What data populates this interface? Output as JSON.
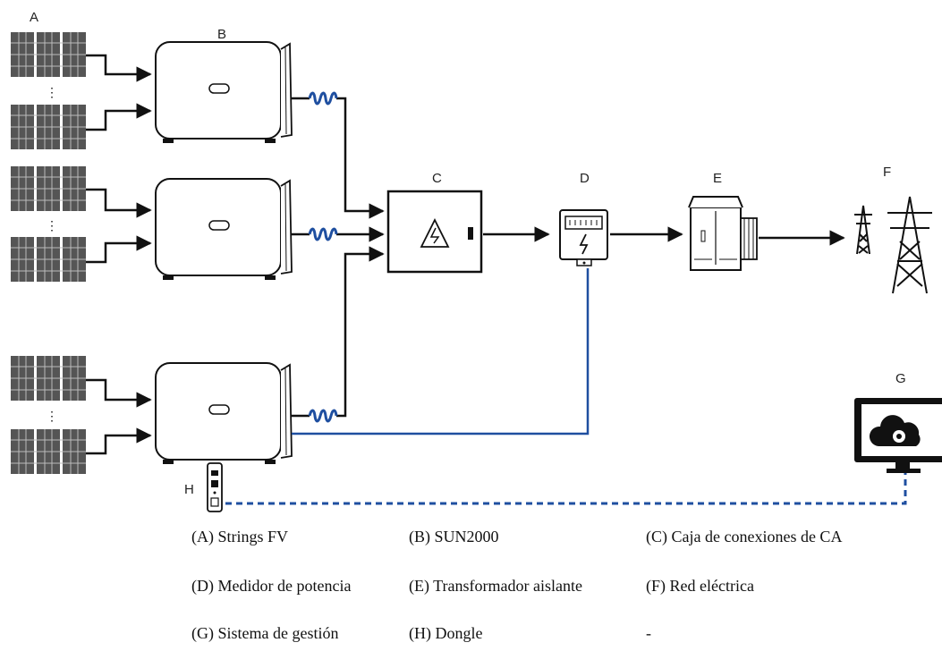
{
  "diagram": {
    "letters": {
      "A": "A",
      "B": "B",
      "C": "C",
      "D": "D",
      "E": "E",
      "F": "F",
      "G": "G",
      "H": "H"
    }
  },
  "legend": {
    "rows": [
      [
        "(A) Strings FV",
        "(B) SUN2000",
        "(C) Caja de conexiones de CA"
      ],
      [
        "(D) Medidor de potencia",
        "(E) Transformador aislante",
        "(F) Red eléctrica"
      ],
      [
        "(G) Sistema de gestión",
        "(H) Dongle",
        "-"
      ]
    ]
  },
  "colors": {
    "line": "#111111",
    "comm": "#1f4fa0",
    "panel": "#4a4a4a",
    "device_fill": "#ffffff"
  }
}
